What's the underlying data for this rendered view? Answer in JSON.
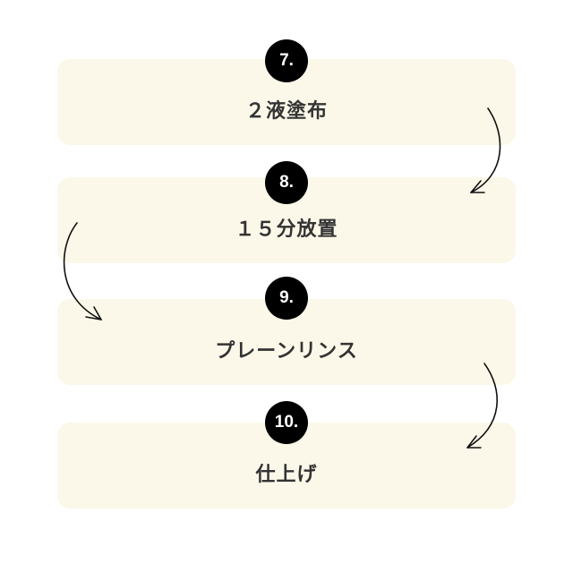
{
  "steps": [
    {
      "number": "7.",
      "label": "２液塗布"
    },
    {
      "number": "8.",
      "label": "１５分放置"
    },
    {
      "number": "9.",
      "label": "プレーンリンス"
    },
    {
      "number": "10.",
      "label": "仕上げ"
    }
  ]
}
